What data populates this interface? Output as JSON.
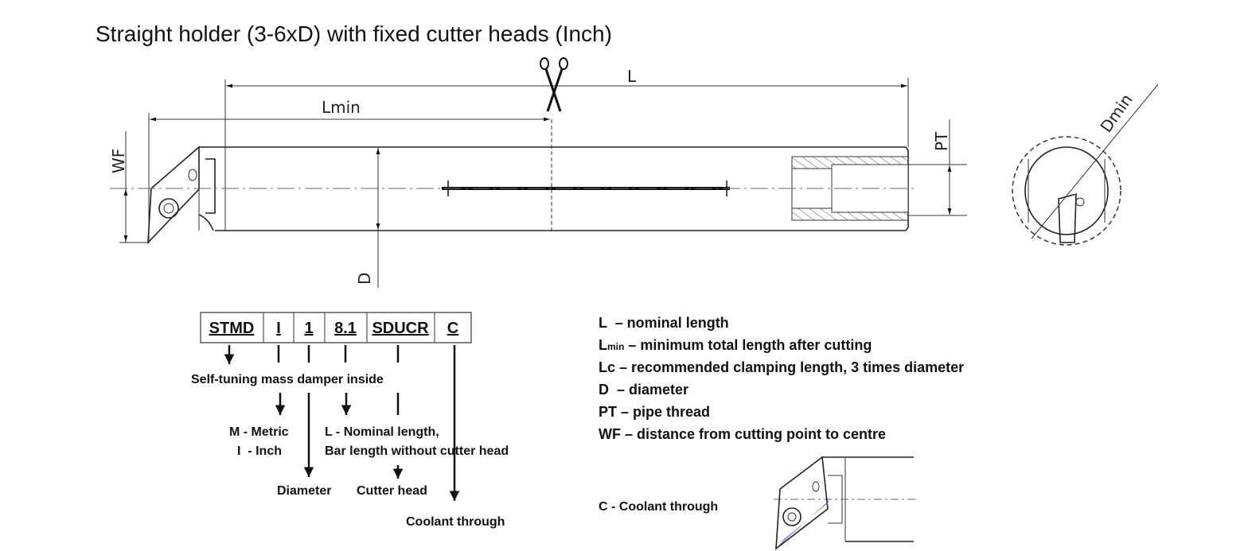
{
  "title": "Straight holder (3-6xD) with fixed cutter heads (Inch)",
  "dimensions": {
    "L": "L",
    "Lmin": "Lmin",
    "WF": "WF",
    "D": "D",
    "PT": "PT",
    "Dmin": "Dmin"
  },
  "code": {
    "segments": [
      "STMD",
      "I",
      "1",
      "8.1",
      "SDUCR",
      "C"
    ],
    "explanations": {
      "stmd": "Self-tuning mass damper inside",
      "unit_metric": "M - Metric",
      "unit_inch": "I  - Inch",
      "diameter": "Diameter",
      "length_1": "L - Nominal length,",
      "length_2": "Bar length without cutter head",
      "cutter_head": "Cutter head",
      "coolant": "Coolant through"
    }
  },
  "legend": [
    {
      "key": "L",
      "sub": "",
      "text": "  – nominal length"
    },
    {
      "key": "L",
      "sub": "min",
      "text": " – minimum total length after cutting"
    },
    {
      "key": "Lc",
      "sub": "",
      "text": " – recommended clamping length, 3 times diameter"
    },
    {
      "key": "D",
      "sub": "",
      "text": "  – diameter"
    },
    {
      "key": "PT",
      "sub": "",
      "text": " – pipe thread"
    },
    {
      "key": "WF",
      "sub": "",
      "text": " – distance from cutting point to centre"
    }
  ],
  "coolant_note": "C - Coolant through",
  "colors": {
    "line": "#222222",
    "coolant_spray": "#4a5fcf"
  }
}
